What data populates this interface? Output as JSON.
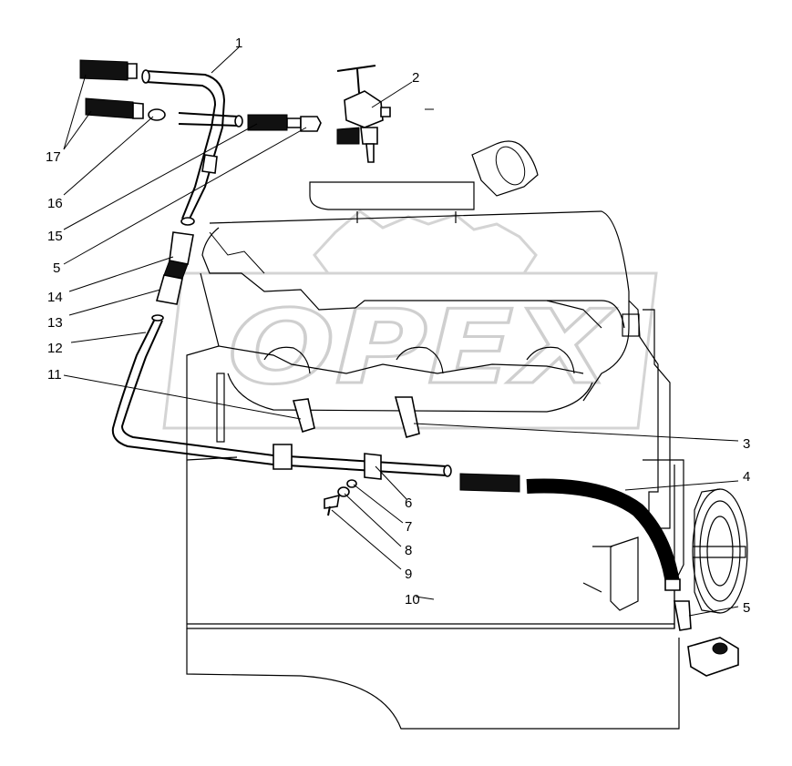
{
  "watermark": {
    "text": "OPEX"
  },
  "callouts": [
    {
      "id": "c1",
      "text": "1"
    },
    {
      "id": "c2",
      "text": "2"
    },
    {
      "id": "c3",
      "text": "3"
    },
    {
      "id": "c4",
      "text": "4"
    },
    {
      "id": "c5a",
      "text": "5"
    },
    {
      "id": "c5b",
      "text": "5"
    },
    {
      "id": "c6",
      "text": "6"
    },
    {
      "id": "c7",
      "text": "7"
    },
    {
      "id": "c8",
      "text": "8"
    },
    {
      "id": "c9",
      "text": "9"
    },
    {
      "id": "c10",
      "text": "10"
    },
    {
      "id": "c11",
      "text": "11"
    },
    {
      "id": "c12",
      "text": "12"
    },
    {
      "id": "c13",
      "text": "13"
    },
    {
      "id": "c14",
      "text": "14"
    },
    {
      "id": "c15",
      "text": "15"
    },
    {
      "id": "c16",
      "text": "16"
    },
    {
      "id": "c17",
      "text": "17"
    }
  ]
}
